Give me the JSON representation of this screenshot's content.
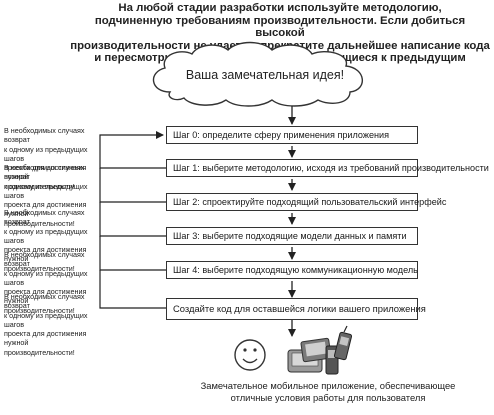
{
  "header": {
    "lines": [
      "На любой стадии разработки используйте методологию,",
      "подчиненную требованиям производительности. Если добиться высокой",
      "производительности не удается, прекратите дальнейшее написание кода",
      "и пересмотрите положения проекта, относящиеся к предыдущим уровням!"
    ]
  },
  "cloud": {
    "label": "Ваша замечательная идея!"
  },
  "steps": [
    "Шаг 0: определите сферу применения приложения",
    "Шаг 1: выберите методологию, исходя из требований производительности",
    "Шаг 2: спроектируйте подходящий пользовательский интерфейс",
    "Шаг 3: выберите подходящие модели данных и памяти",
    "Шаг 4: выберите подходящую коммуникационную модель",
    "Создайте код для оставшейся логики вашего приложения"
  ],
  "return_note": {
    "lines": [
      "В необходимых случаях возврат",
      "к одному из предыдущих шагов",
      "проекта для достижения нужной",
      "производительности!"
    ]
  },
  "result": {
    "lines": [
      "Замечательное мобильное приложение, обеспечивающее",
      "отличные условия работы для пользователя"
    ]
  }
}
